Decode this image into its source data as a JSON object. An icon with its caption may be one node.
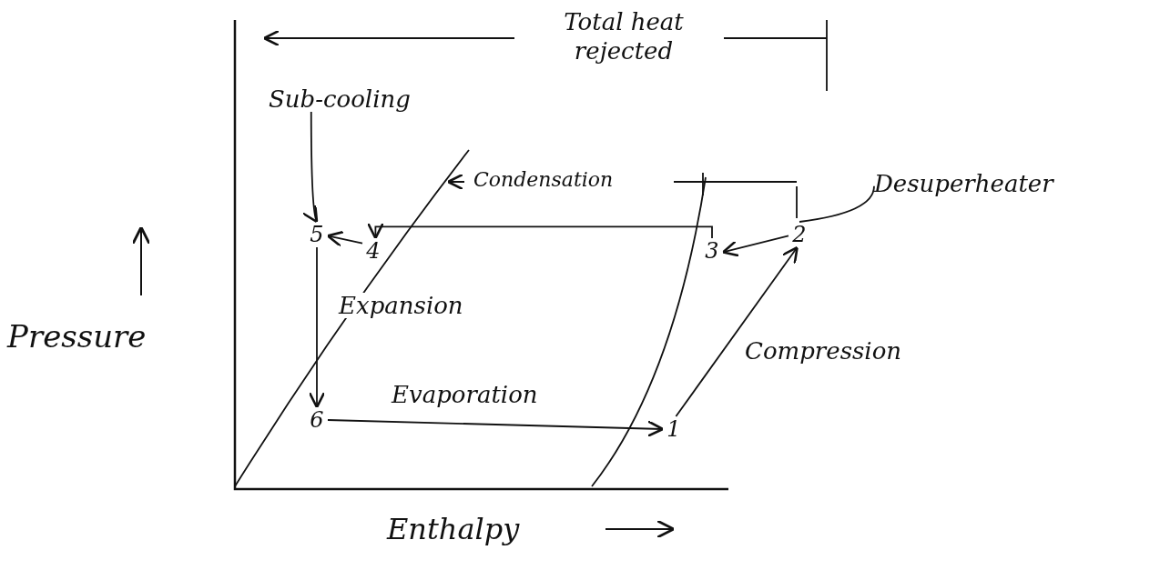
{
  "diagram": {
    "nodes": [
      {
        "text": [
          "1"
        ]
      },
      {
        "text": [
          "2"
        ]
      },
      {
        "text": [
          "3"
        ]
      },
      {
        "text": [
          "4"
        ]
      },
      {
        "text": [
          "5"
        ]
      },
      {
        "text": [
          "6"
        ]
      },
      {
        "text": [
          "Sub-cooling"
        ]
      },
      {
        "text": [
          "Desuperheater"
        ]
      }
    ],
    "edges": [
      {
        "from": 0,
        "to": 1,
        "arrow": "to",
        "label": "Compression"
      },
      {
        "from": 1,
        "to": 2,
        "arrow": "to"
      },
      {
        "from": 2,
        "to": 3,
        "arrow": "to"
      },
      {
        "from": 3,
        "to": 4,
        "arrow": "to"
      },
      {
        "from": 4,
        "to": 5,
        "arrow": "to",
        "label": "Expansion"
      },
      {
        "from": 5,
        "to": 0,
        "arrow": "to",
        "label": "Evaporation"
      },
      {
        "from": 6,
        "to": 4,
        "arrow": "to"
      },
      {
        "from": 7,
        "to": 1,
        "arrow": "none"
      }
    ],
    "labels": [
      "Total heat rejected",
      "Condensation",
      "Pressure",
      "Enthalpy"
    ]
  }
}
